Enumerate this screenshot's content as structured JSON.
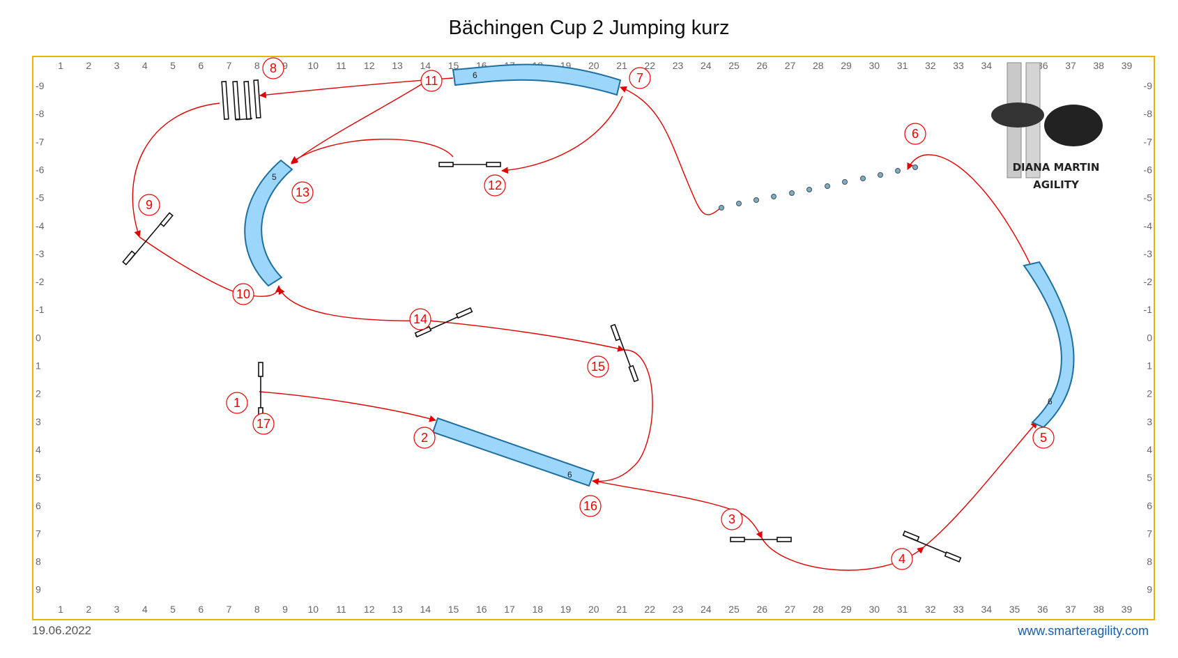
{
  "title": "Bächingen Cup 2 Jumping kurz",
  "date": "19.06.2022",
  "website": "www.smarteragility.com",
  "logo": {
    "line1": "DIANA MARTIN",
    "line2": "AGILITY"
  },
  "grid": {
    "columns": [
      "1",
      "2",
      "3",
      "4",
      "5",
      "6",
      "7",
      "8",
      "9",
      "10",
      "11",
      "12",
      "13",
      "14",
      "15",
      "16",
      "17",
      "18",
      "19",
      "20",
      "21",
      "22",
      "23",
      "24",
      "25",
      "26",
      "27",
      "28",
      "29",
      "30",
      "31",
      "32",
      "33",
      "34",
      "35",
      "36",
      "37",
      "38",
      "39"
    ],
    "rows": [
      "-9",
      "-8",
      "-7",
      "-6",
      "-5",
      "-4",
      "-3",
      "-2",
      "-1",
      "0",
      "1",
      "2",
      "3",
      "4",
      "5",
      "6",
      "7",
      "8",
      "9"
    ]
  },
  "course_numbers": [
    {
      "id": "n1",
      "text": "1"
    },
    {
      "id": "n2",
      "text": "2"
    },
    {
      "id": "n3",
      "text": "3"
    },
    {
      "id": "n4",
      "text": "4"
    },
    {
      "id": "n5",
      "text": "5"
    },
    {
      "id": "n6",
      "text": "6"
    },
    {
      "id": "n7",
      "text": "7"
    },
    {
      "id": "n8",
      "text": "8"
    },
    {
      "id": "n9",
      "text": "9"
    },
    {
      "id": "n10",
      "text": "10"
    },
    {
      "id": "n11",
      "text": "11"
    },
    {
      "id": "n12",
      "text": "12"
    },
    {
      "id": "n13",
      "text": "13"
    },
    {
      "id": "n14",
      "text": "14"
    },
    {
      "id": "n15",
      "text": "15"
    },
    {
      "id": "n16",
      "text": "16"
    },
    {
      "id": "n17",
      "text": "17"
    }
  ],
  "tunnels": {
    "top": "6",
    "left_curved": "5",
    "right_curved": "6",
    "bottom_straight": "6"
  },
  "colors": {
    "border": "#f0b400",
    "path": "#e00000",
    "tunnel_fill": "#9dd6fb",
    "tunnel_stroke": "#1e6fa0",
    "link": "#1a5fa8"
  }
}
